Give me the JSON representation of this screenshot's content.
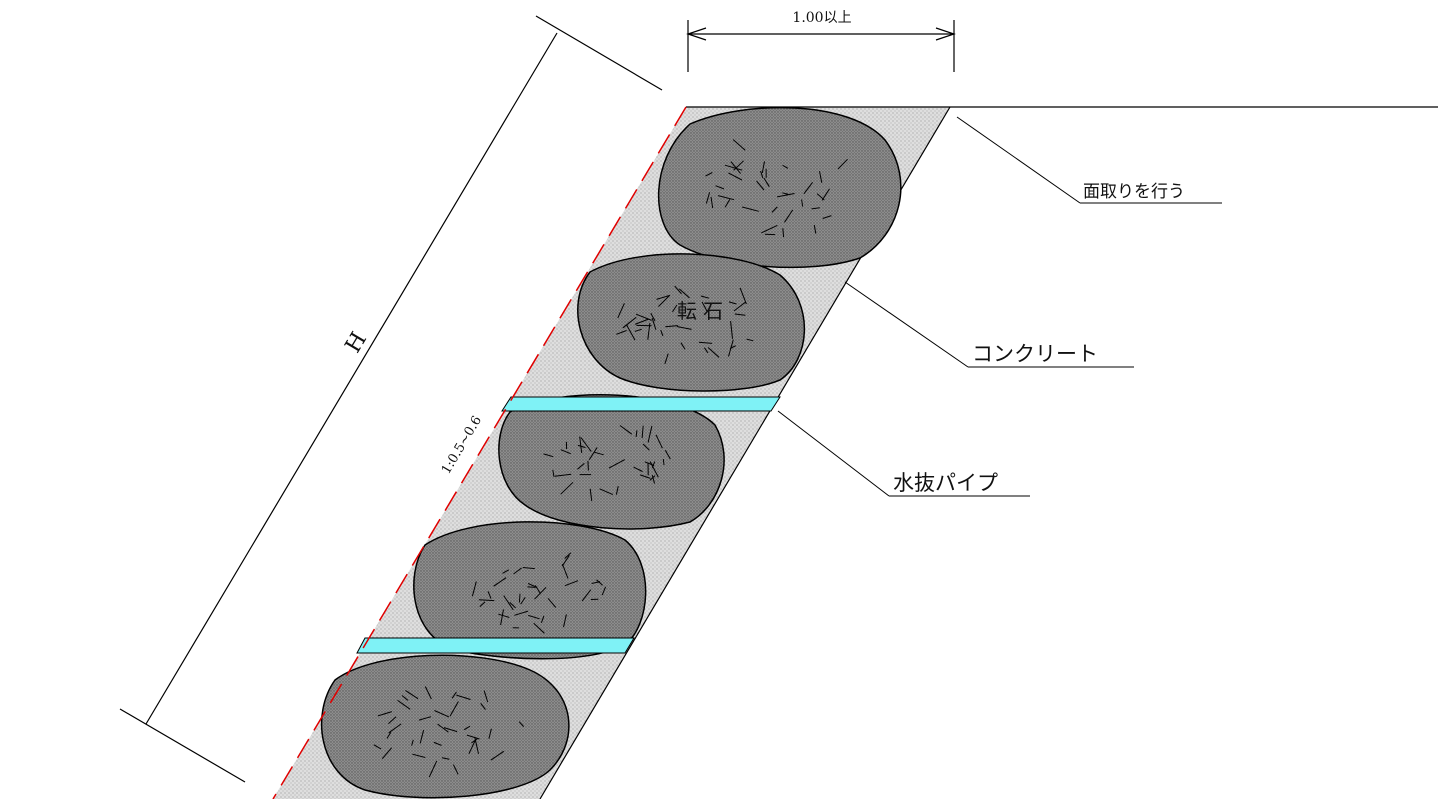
{
  "drawing": {
    "width_dimension": "1.00以上",
    "height_dimension": "H",
    "slope_ratio": "1:0.5~0.6",
    "stone_label": "転 石",
    "callouts": {
      "chamfer": "面取りを行う",
      "concrete": "コンクリート",
      "drain_pipe": "水抜パイプ"
    }
  },
  "colors": {
    "line": "#000000",
    "slope_dash": "#e00000",
    "stone_fill": "#8a8a8a",
    "concrete_fill": "#dcdcdc",
    "pipe_fill": "#7ff2f6"
  }
}
